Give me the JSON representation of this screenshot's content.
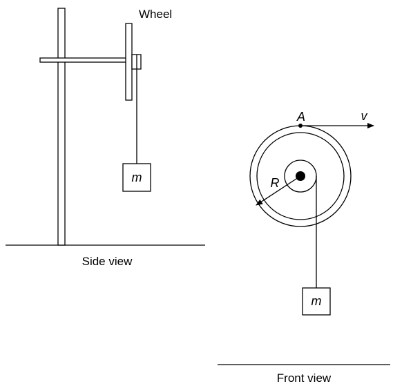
{
  "side_view": {
    "wheel_label": "Wheel",
    "mass_label": "m",
    "caption": "Side view"
  },
  "front_view": {
    "point_label": "A",
    "velocity_label": "v",
    "radius_label": "R",
    "mass_label": "m",
    "caption": "Front view"
  },
  "colors": {
    "ink": "#000000",
    "background": "#ffffff"
  }
}
